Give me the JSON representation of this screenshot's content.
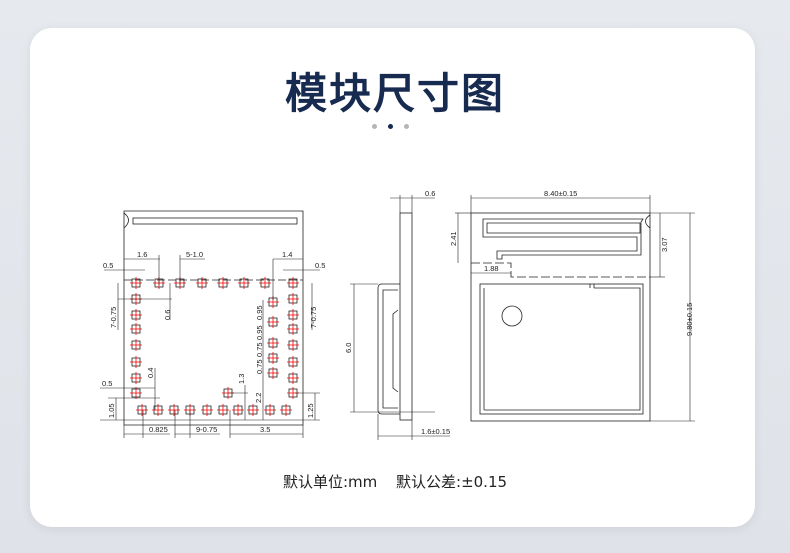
{
  "title": "模块尺寸图",
  "pager": {
    "count": 3,
    "active": 1
  },
  "colors": {
    "title": "#172a4f",
    "pad_cross": "#ff0000"
  },
  "bottom_view": {
    "labels": {
      "pitch_top_1": "1.6",
      "pitch_top_2": "5-1.0",
      "edge_top_right": "1.4",
      "offset_left": "0.5",
      "offset_right": "0.5",
      "left_col": "7-0.75",
      "right_col": "7-0.75",
      "gap_06": "0.6",
      "inner_095a": "0.95",
      "inner_095b": "0.95",
      "inner_075a": "0.75",
      "inner_075b": "0.75",
      "gap_04": "0.4",
      "offset_left_low": "0.5",
      "h_13": "1.3",
      "h_22": "2.2",
      "h_105": "1.05",
      "h_125": "1.25",
      "bottom_0825": "0.825",
      "bottom_pitch": "9-0.75",
      "bottom_35": "3.5"
    }
  },
  "side_view": {
    "labels": {
      "thickness": "0.6",
      "shield_height": "6.0",
      "total_thickness": "1.6±0.15"
    }
  },
  "top_view": {
    "labels": {
      "width": "8.40±0.15",
      "antenna_241": "2.41",
      "antenna_307": "3.07",
      "height": "9.80±0.15",
      "offset_188": "1.88"
    }
  },
  "footer": {
    "unit": "默认单位:mm",
    "tolerance": "默认公差:±0.15"
  }
}
